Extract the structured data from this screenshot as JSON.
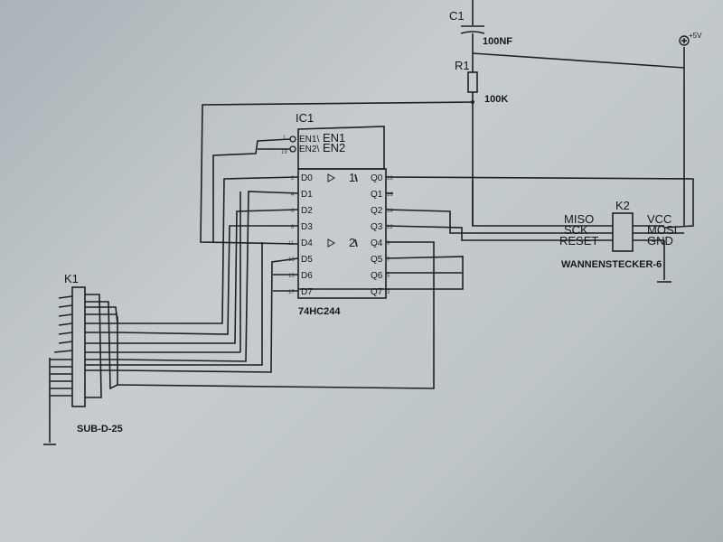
{
  "components": {
    "c1": {
      "ref": "C1",
      "value": "100NF"
    },
    "r1": {
      "ref": "R1",
      "value": "100K"
    },
    "ic1": {
      "ref": "IC1",
      "part": "74HC244",
      "enable_pins": [
        "EN1\\",
        "EN2\\"
      ],
      "enable_labels": [
        "EN1",
        "EN2"
      ],
      "inputs": [
        "D0",
        "D1",
        "D2",
        "D3",
        "D4",
        "D5",
        "D6",
        "D7"
      ],
      "outputs": [
        "Q0",
        "Q1",
        "Q2",
        "Q3",
        "Q4",
        "Q5",
        "Q6",
        "Q7"
      ],
      "gate_marks": [
        "1",
        "2"
      ],
      "pin_numbers": {
        "en": [
          "1",
          "19"
        ],
        "inputs": [
          "2",
          "4",
          "6",
          "8",
          "11",
          "13",
          "15",
          "17"
        ],
        "outputs": [
          "18",
          "16",
          "14",
          "12",
          "9",
          "7",
          "5",
          "3"
        ]
      }
    },
    "k1": {
      "ref": "K1",
      "part": "SUB-D-25"
    },
    "k2": {
      "ref": "K2",
      "part": "WANNENSTECKER-6",
      "left_labels": [
        "MISO",
        "SCK",
        "RESET"
      ],
      "right_labels": [
        "VCC",
        "MOSI",
        "GND"
      ]
    }
  },
  "power": {
    "label": "+5V"
  },
  "colors": {
    "paper": "#b9c1c5",
    "ink": "#1d2024"
  }
}
